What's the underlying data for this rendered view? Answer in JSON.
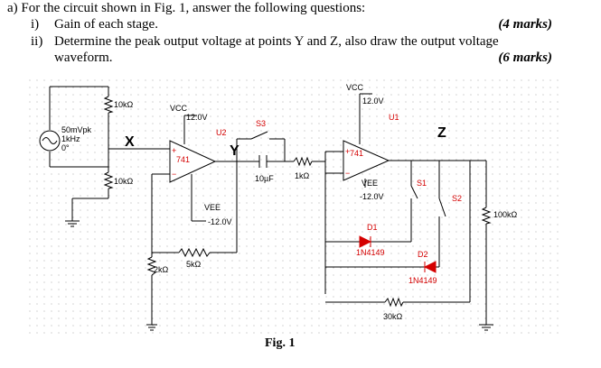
{
  "question": {
    "intro": "a) For the circuit shown in Fig. 1, answer the following questions:",
    "items": [
      {
        "num": "i)",
        "text": "Gain of each stage.",
        "marks": "(4 marks)"
      },
      {
        "num": "ii)",
        "text": "Determine the peak output voltage at points Y and Z, also draw the output voltage",
        "text2": "waveform.",
        "marks": "(6 marks)"
      }
    ]
  },
  "figure_caption": "Fig. 1",
  "circuit": {
    "source": {
      "amp": "50mVpk",
      "freq": "1kHz",
      "phase": "0°"
    },
    "nodes": {
      "x": "X",
      "y": "Y",
      "z": "Z"
    },
    "resistors": {
      "r1": "10kΩ",
      "r2": "10kΩ",
      "r3": "2kΩ",
      "r4": "5kΩ",
      "r5": "1kΩ",
      "r6": "30kΩ",
      "r7": "100kΩ"
    },
    "capacitor": "10µF",
    "stage1": {
      "vcc": "VCC",
      "vcc_val": "12.0V",
      "vee": "VEE",
      "vee_val": "-12.0V",
      "ref": "U2",
      "model": "741"
    },
    "stage2": {
      "vcc": "VCC",
      "vcc_val": "12.0V",
      "vee": "VEE",
      "vee_val": "-12.0V",
      "ref": "U1",
      "model": "741"
    },
    "switches": {
      "s1": "S1",
      "s2": "S2",
      "s3": "S3"
    },
    "diodes": {
      "d1": "D1",
      "d1_model": "1N4149",
      "d2": "D2",
      "d2_model": "1N4149"
    }
  }
}
